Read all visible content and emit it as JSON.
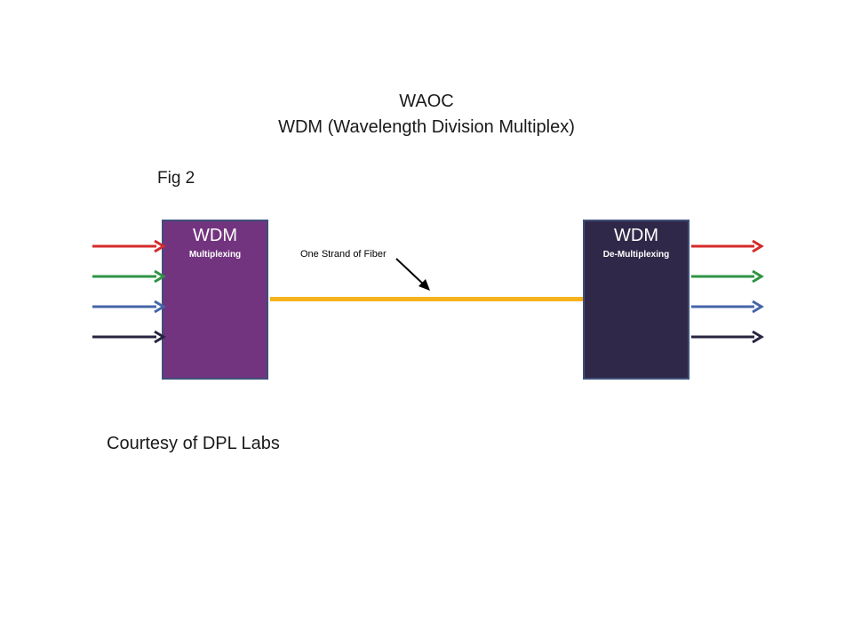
{
  "title": "WAOC",
  "subtitle": "WDM (Wavelength Division Multiplex)",
  "figure_label": "Fig 2",
  "credit": "Courtesy of DPL Labs",
  "mux": {
    "title": "WDM",
    "subtitle": "Multiplexing"
  },
  "demux": {
    "title": "WDM",
    "subtitle": "De-Multiplexing"
  },
  "fiber": {
    "label": "One Strand of Fiber",
    "color": "#f6b21a"
  },
  "channels": [
    {
      "color": "#d42a2a"
    },
    {
      "color": "#2e9444"
    },
    {
      "color": "#4466aa"
    },
    {
      "color": "#262440"
    }
  ]
}
